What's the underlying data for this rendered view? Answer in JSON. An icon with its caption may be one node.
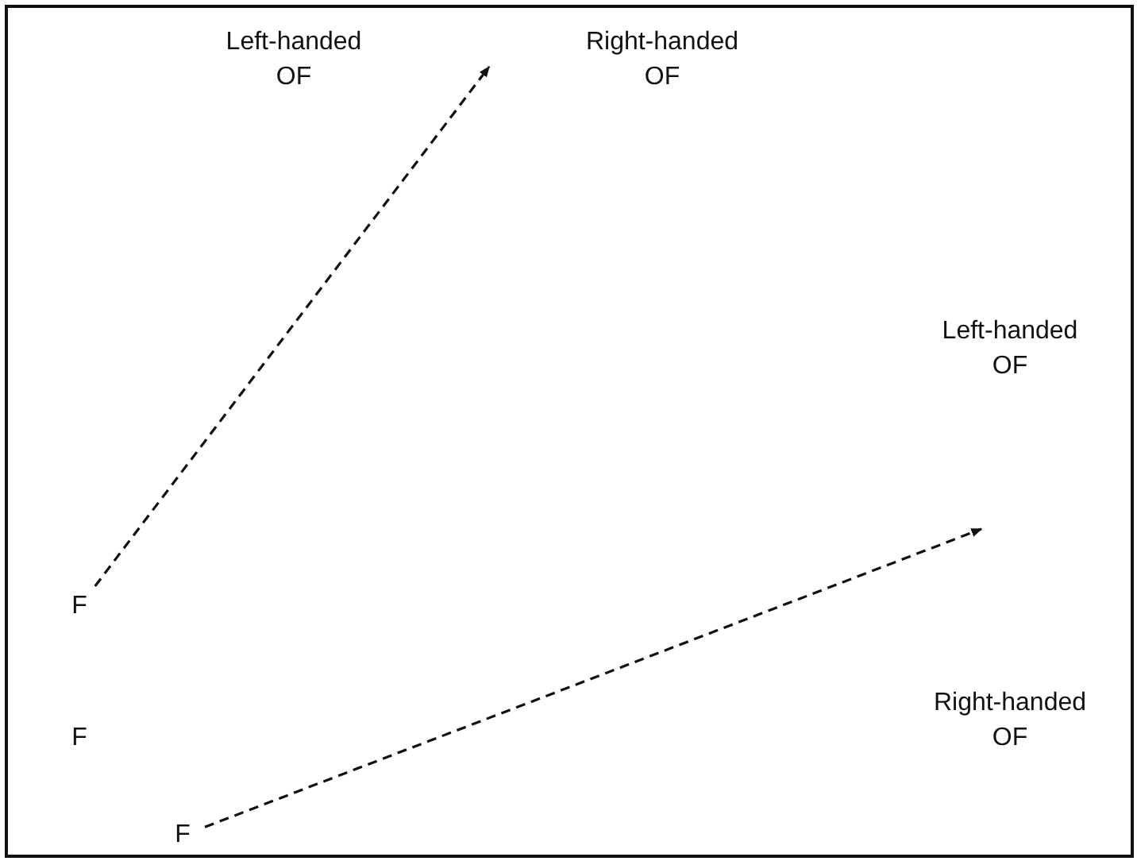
{
  "diagram": {
    "nodes": [
      {
        "text": [
          "Left-handed OF"
        ]
      },
      {
        "text": [
          "Right-handed OF"
        ]
      },
      {
        "text": [
          "Left-handed OF"
        ]
      },
      {
        "text": [
          "F"
        ]
      },
      {
        "text": [
          "Right-handed OF"
        ]
      },
      {
        "text": [
          "F"
        ]
      },
      {
        "text": [
          "F"
        ]
      }
    ],
    "edges": [
      {
        "from": 3,
        "to": null,
        "arrow": "to",
        "style": "dashed"
      },
      {
        "from": 6,
        "to": null,
        "arrow": "to",
        "style": "dashed"
      }
    ]
  }
}
